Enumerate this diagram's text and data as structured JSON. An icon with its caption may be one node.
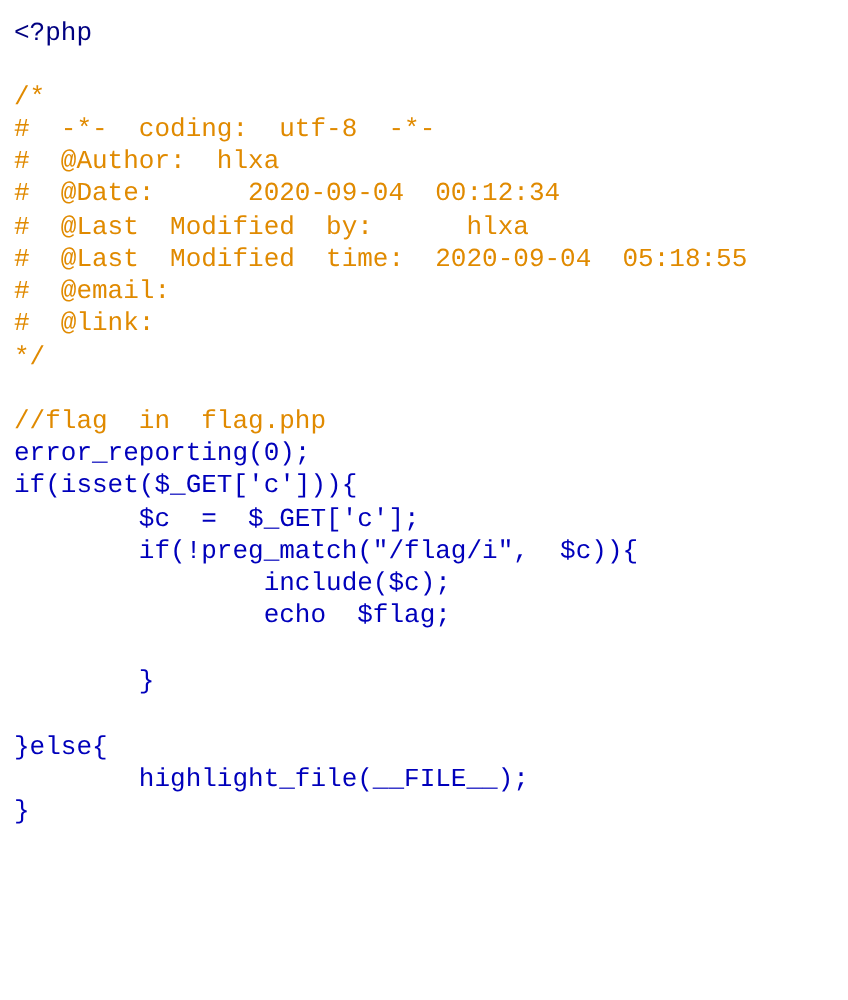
{
  "diagram": {
    "labels": [
      "<?php",
      "/*",
      "#  -*-  coding:  utf-8  -*-",
      "#  @Author:  hlxa",
      "#  @Date:      2020-09-04  00:12:34",
      "#  @Last  Modified  by:      hlxa",
      "#  @Last  Modified  time:  2020-09-04  05:18:55",
      "#  @email:",
      "#  @link:",
      "*/",
      "//flag  in  flag.php",
      "error_reporting(0);",
      "if(isset($_GET['c'])){",
      "        $c  =  $_GET['c'];",
      "        if(!preg_match(\"/flag/i\",  $c)){",
      "                include($c);",
      "                echo  $flag;",
      "        }",
      "}else{",
      "        highlight_file(__FILE__);",
      "}"
    ]
  }
}
